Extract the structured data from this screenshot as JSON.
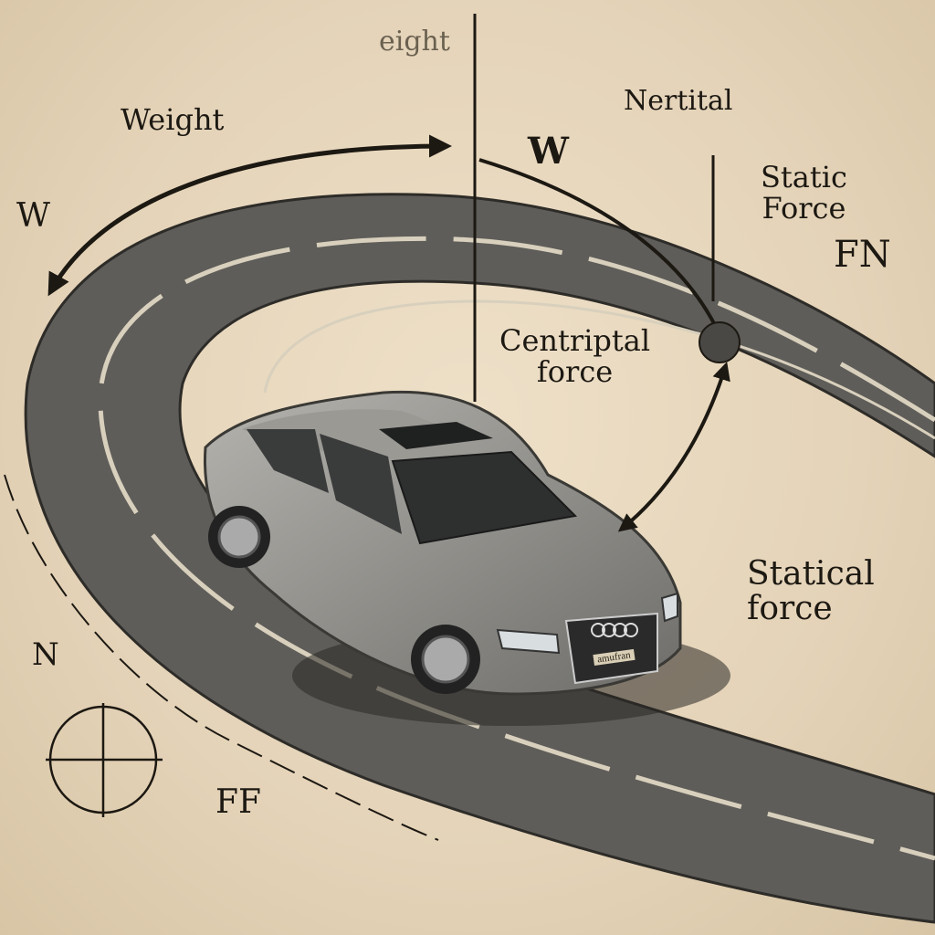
{
  "labels": {
    "top_partial": "eight",
    "weight": "Weight",
    "w_left": "W",
    "w_center": "W",
    "nertital": "Nertital",
    "static_force": "Static\nForce",
    "fn": "FN",
    "centripetal": "Centriptal\nforce",
    "statical": "Statical\nforce",
    "n": "N",
    "ff": "FF"
  },
  "car": {
    "plate": "amufran"
  },
  "colors": {
    "paper": "#e6d6bc",
    "road": "#5c5a56",
    "ink": "#1c1812",
    "car": "#8a8a86"
  }
}
